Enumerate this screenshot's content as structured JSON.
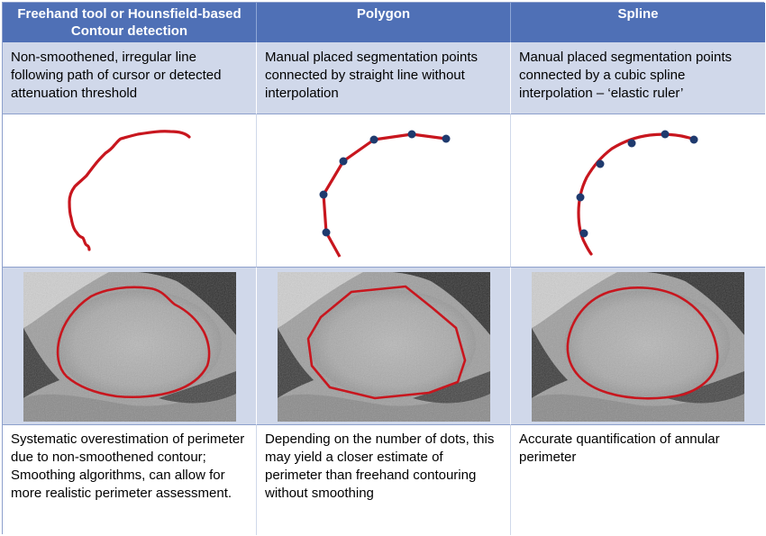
{
  "columns": [
    {
      "title": "Freehand tool or Hounsfield-based Contour detection",
      "description": "Non-smoothened, irregular line following path of cursor or detected attenuation threshold",
      "conclusion": "Systematic overestimation of perimeter due to non-smoothened contour; Smoothing algorithms, can allow for more realistic perimeter assessment."
    },
    {
      "title": "Polygon",
      "description": "Manual placed segmentation points connected by straight line without interpolation",
      "conclusion": "Depending on the number of dots, this may yield a closer estimate of perimeter than freehand contouring without smoothing"
    },
    {
      "title": "Spline",
      "description": "Manual placed segmentation points connected by a cubic spline interpolation – ‘elastic ruler’",
      "conclusion": "Accurate quantification of annular perimeter"
    }
  ],
  "colors": {
    "header_bg": "#4f70b6",
    "row_bg": "#d0d8ea",
    "contour": "#c8161e",
    "point": "#1f3a6e"
  }
}
